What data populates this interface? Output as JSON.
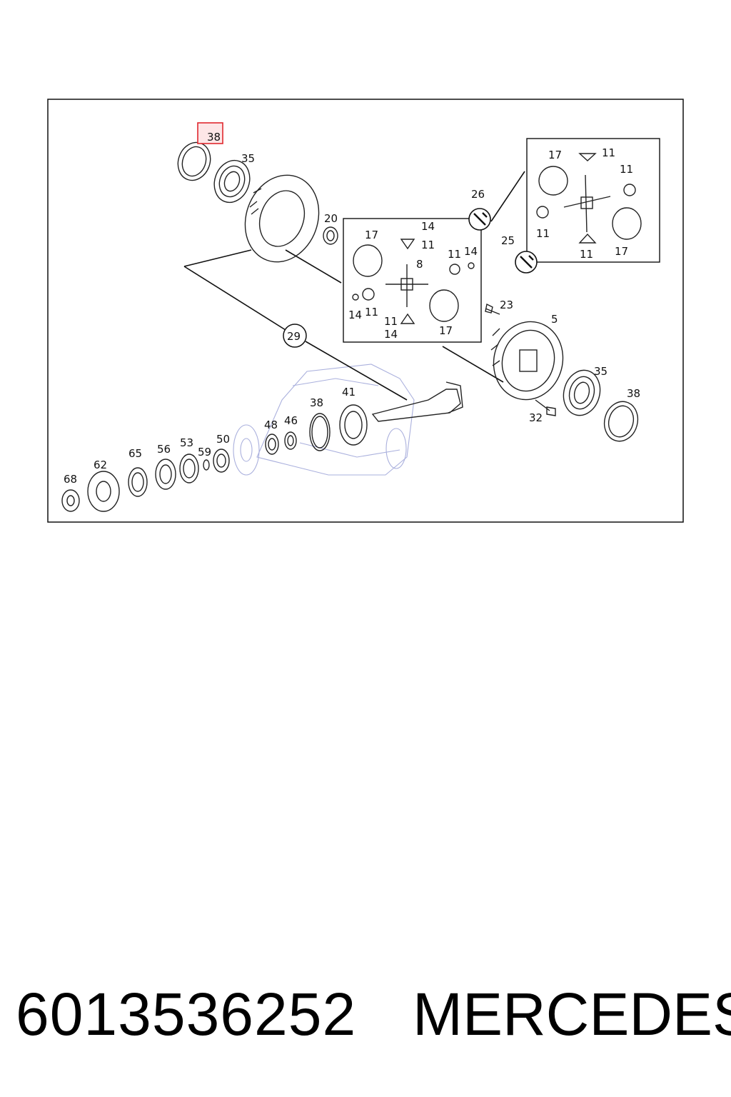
{
  "diagram": {
    "highlighted_label": "38",
    "highlight_color": "#e0292f",
    "labels": {
      "l38a": "38",
      "l35a": "35",
      "l20": "20",
      "l26": "26",
      "l25": "25",
      "l29": "29",
      "l23": "23",
      "l5": "5",
      "l35b": "35",
      "l38b": "38",
      "l32": "32",
      "l41": "41",
      "l38c": "38",
      "l46": "46",
      "l48": "48",
      "l50": "50",
      "l53": "53",
      "l56": "56",
      "l59": "59",
      "l62": "62",
      "l65": "65",
      "l68": "68",
      "in17a": "17",
      "in14a": "14",
      "in11a": "11",
      "in8": "8",
      "in11b": "11",
      "in14b": "14",
      "in14c": "14",
      "in11c": "11",
      "in11d": "11",
      "in14d": "14",
      "in17b": "17",
      "r17a": "17",
      "r11a": "11",
      "r11b": "11",
      "r11c": "11",
      "r11d": "11",
      "r17b": "17"
    }
  },
  "footer": {
    "part_number": "6013536252",
    "brand": "MERCEDES"
  }
}
